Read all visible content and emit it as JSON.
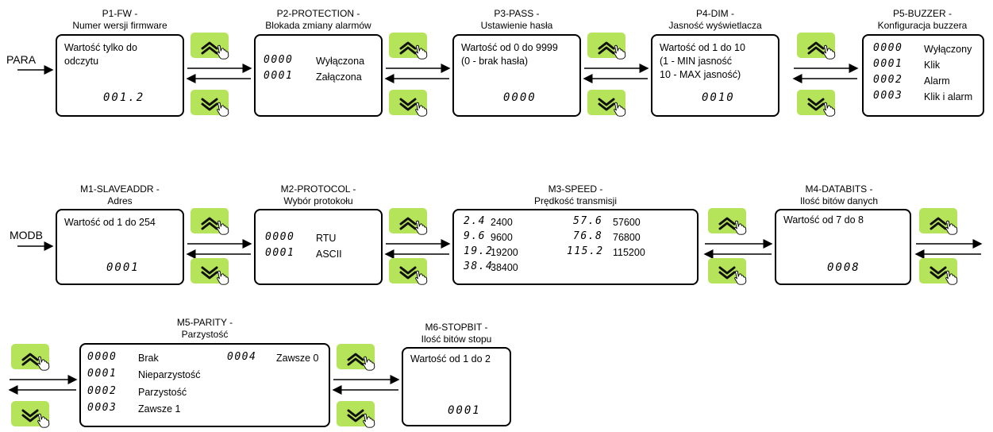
{
  "entry_labels": {
    "para": "PARA",
    "modb": "MODB"
  },
  "p1": {
    "title": "P1-FW -",
    "subtitle": "Numer wersji firmware",
    "line1": "Wartość tylko do",
    "line2": "odczytu",
    "value": "001.2"
  },
  "p2": {
    "title": "P2-PROTECTION -",
    "subtitle": "Blokada zmiany alarmów",
    "rows": [
      {
        "code": "0000",
        "label": "Wyłączona"
      },
      {
        "code": "0001",
        "label": "Załączona"
      }
    ]
  },
  "p3": {
    "title": "P3-PASS -",
    "subtitle": "Ustawienie hasła",
    "line1": "Wartość od 0 do 9999",
    "line2": "(0 - brak hasła)",
    "value": "0000"
  },
  "p4": {
    "title": "P4-DIM -",
    "subtitle": "Jasność wyświetlacza",
    "line1": "Wartość od 1 do 10",
    "line2": "(1 - MIN jasność",
    "line3": "10 - MAX jasność)",
    "value": "0010"
  },
  "p5": {
    "title": "P5-BUZZER -",
    "subtitle": "Konfiguracja buzzera",
    "rows": [
      {
        "code": "0000",
        "label": "Wyłączony"
      },
      {
        "code": "0001",
        "label": "Klik"
      },
      {
        "code": "0002",
        "label": "Alarm"
      },
      {
        "code": "0003",
        "label": "Klik i alarm"
      }
    ]
  },
  "m1": {
    "title": "M1-SLAVEADDR -",
    "subtitle": "Adres",
    "line1": "Wartość od 1 do 254",
    "value": "0001"
  },
  "m2": {
    "title": "M2-PROTOCOL -",
    "subtitle": "Wybór protokołu",
    "rows": [
      {
        "code": "0000",
        "label": "RTU"
      },
      {
        "code": "0001",
        "label": "ASCII"
      }
    ]
  },
  "m3": {
    "title": "M3-SPEED -",
    "subtitle": "Prędkość transmisji",
    "left": [
      {
        "code": "2.4",
        "label": "2400"
      },
      {
        "code": "9.6",
        "label": "9600"
      },
      {
        "code": "19.2",
        "label": "19200"
      },
      {
        "code": "38.4",
        "label": "38400"
      }
    ],
    "right": [
      {
        "code": "57.6",
        "label": "57600"
      },
      {
        "code": "76.8",
        "label": "76800"
      },
      {
        "code": "115.2",
        "label": "115200"
      }
    ]
  },
  "m4": {
    "title": "M4-DATABITS -",
    "subtitle": "Ilość bitów danych",
    "line1": "Wartość od 7 do 8",
    "value": "0008"
  },
  "m5": {
    "title": "M5-PARITY -",
    "subtitle": "Parzystość",
    "rows": [
      {
        "code": "0000",
        "label": "Brak"
      },
      {
        "code": "0001",
        "label": "Nieparzystość"
      },
      {
        "code": "0002",
        "label": "Parzystość"
      },
      {
        "code": "0003",
        "label": "Zawsze 1"
      }
    ],
    "extra": {
      "code": "0004",
      "label": "Zawsze 0"
    }
  },
  "m6": {
    "title": "M6-STOPBIT -",
    "subtitle": "Ilość bitów stopu",
    "line1": "Wartość od 1 do 2",
    "value": "0001"
  },
  "buttons": {
    "up_icon": "double-chevron-up-icon",
    "down_icon": "double-chevron-down-icon",
    "hand_icon": "pointing-hand-icon",
    "color": "#b5e35a"
  }
}
